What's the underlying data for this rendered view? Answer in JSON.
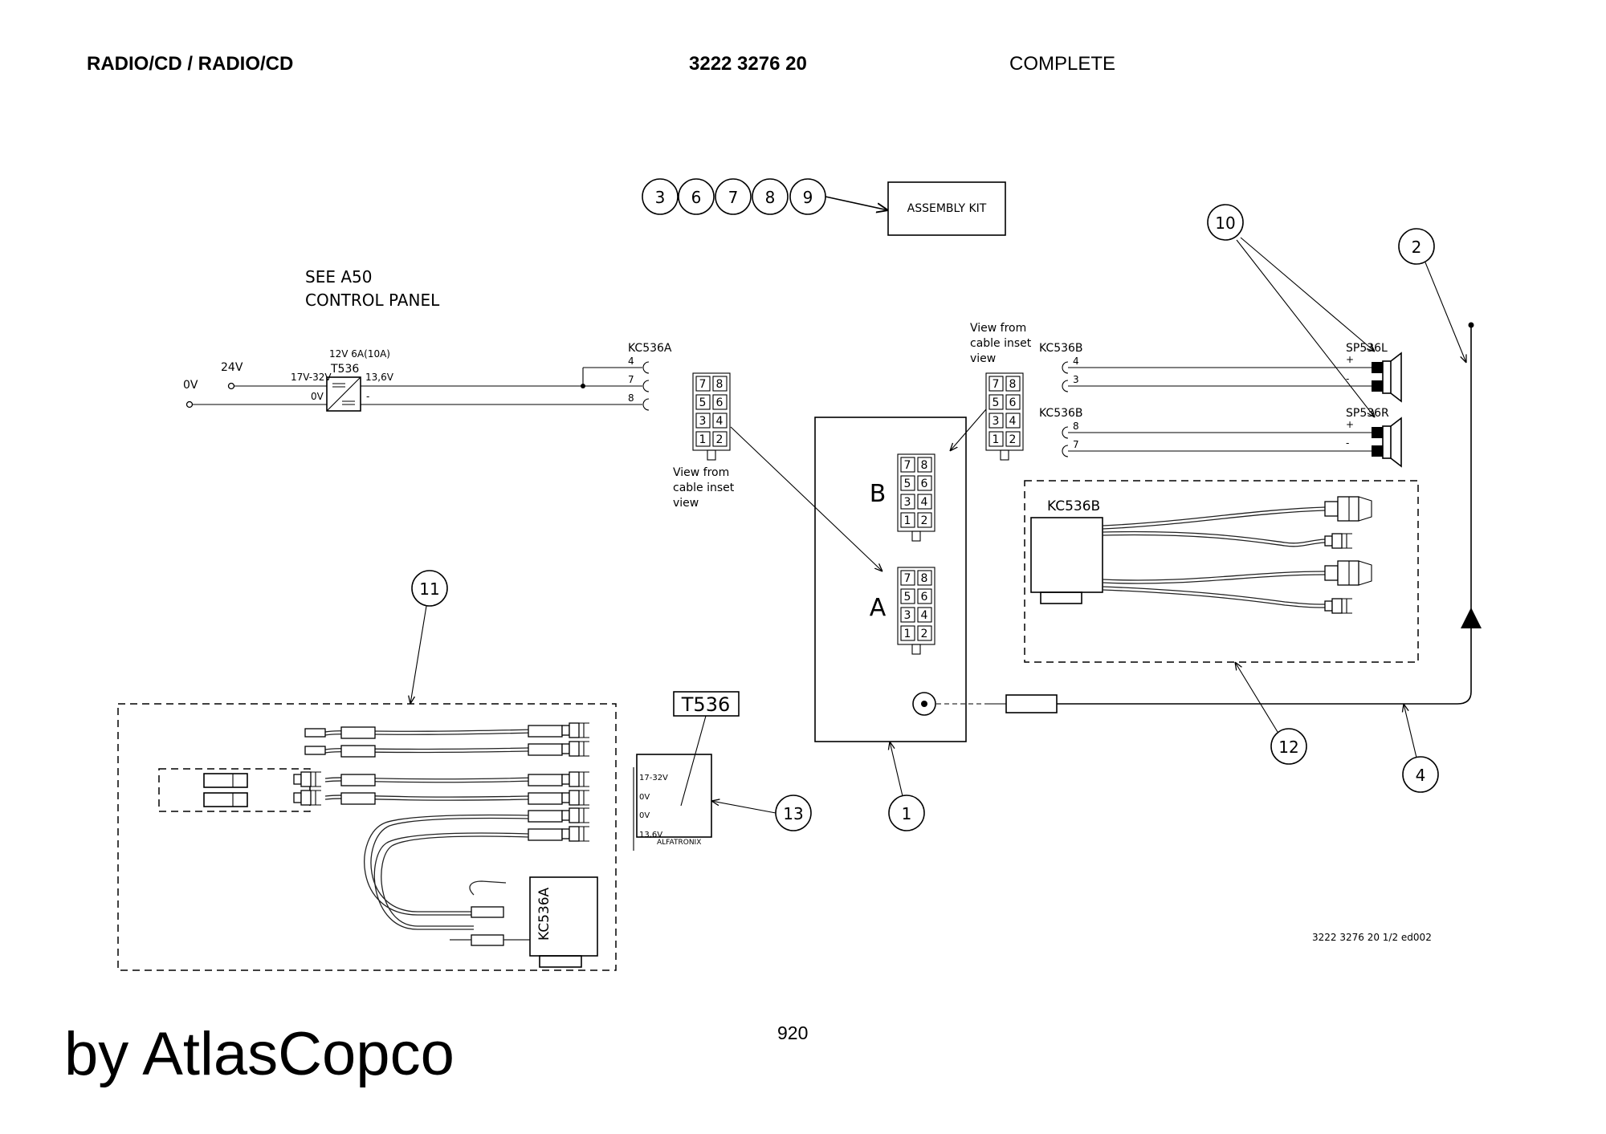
{
  "header": {
    "title": "RADIO/CD / RADIO/CD",
    "part_number": "3222 3276 20",
    "status": "COMPLETE"
  },
  "assembly": {
    "balloons": [
      "3",
      "6",
      "7",
      "8",
      "9"
    ],
    "kit_label": "ASSEMBLY KIT"
  },
  "note": {
    "line1": "SEE A50",
    "line2": "CONTROL PANEL"
  },
  "power": {
    "v24": "24V",
    "v0": "0V",
    "rating": "12V 6A(10A)",
    "converter": "T536",
    "in_label": "17V-32V",
    "in_zero": "0V",
    "out_label": "13,6V",
    "out_minus": "-"
  },
  "conn_a": {
    "name": "KC536A",
    "pins": [
      "4",
      "7",
      "8"
    ]
  },
  "speakers": {
    "conn_left": "KC536B",
    "left_pins": [
      "4",
      "3"
    ],
    "spk_left": "SP536L",
    "conn_right": "KC536B",
    "right_pins": [
      "8",
      "7"
    ],
    "spk_right": "SP536R",
    "plus": "+",
    "minus": "-"
  },
  "pinout": {
    "rows": [
      [
        "7",
        "8"
      ],
      [
        "5",
        "6"
      ],
      [
        "3",
        "4"
      ],
      [
        "1",
        "2"
      ]
    ],
    "view_left": [
      "View from",
      "cable inset",
      "view"
    ],
    "view_right": [
      "View from",
      "cable inset",
      "view"
    ],
    "socket_b": "B",
    "socket_a": "A"
  },
  "harness_b": {
    "label": "KC536B"
  },
  "harness_a": {
    "label": "KC536A"
  },
  "converter_box": {
    "tag": "T536",
    "pins": [
      "17-32V",
      "0V",
      "0V",
      "13,6V"
    ],
    "brand": "ALFATRONIX"
  },
  "callouts": [
    "1",
    "2",
    "4",
    "10",
    "11",
    "12",
    "13"
  ],
  "drawing_ref": "3222 3276 20 1/2 ed002",
  "page_number": "920",
  "brand": "by AtlasCopco"
}
